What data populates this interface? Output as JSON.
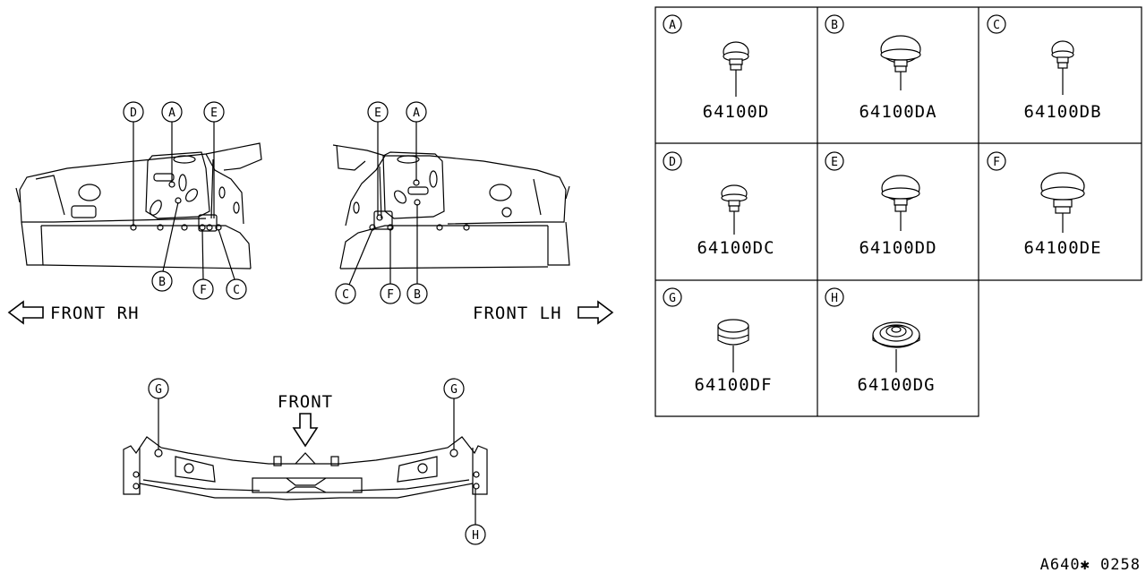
{
  "left_view": {
    "callouts_top": [
      "D",
      "A",
      "E"
    ],
    "callouts_bottom": [
      "B",
      "F",
      "C"
    ],
    "direction_label": "FRONT RH"
  },
  "right_view": {
    "callouts_top": [
      "E",
      "A"
    ],
    "callouts_bottom": [
      "C",
      "F",
      "B"
    ],
    "direction_label": "FRONT LH"
  },
  "bottom_view": {
    "front_label": "FRONT",
    "callout_left": "G",
    "callout_right": "G",
    "callout_bottom": "H"
  },
  "parts_table": [
    {
      "letter": "A",
      "part_no": "64100D"
    },
    {
      "letter": "B",
      "part_no": "64100DA"
    },
    {
      "letter": "C",
      "part_no": "64100DB"
    },
    {
      "letter": "D",
      "part_no": "64100DC"
    },
    {
      "letter": "E",
      "part_no": "64100DD"
    },
    {
      "letter": "F",
      "part_no": "64100DE"
    },
    {
      "letter": "G",
      "part_no": "64100DF"
    },
    {
      "letter": "H",
      "part_no": "64100DG"
    }
  ],
  "reference_code": "A640✱ 0258"
}
